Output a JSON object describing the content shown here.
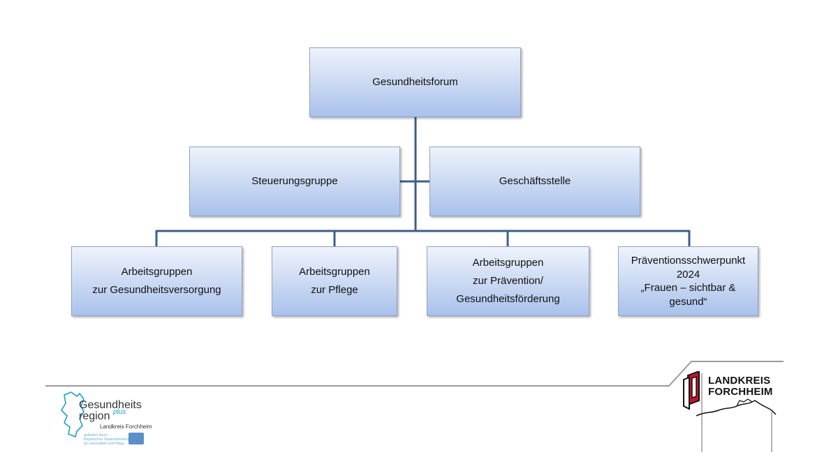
{
  "org_chart": {
    "root": {
      "label": "Gesundheitsforum"
    },
    "middle": [
      {
        "label": "Steuerungsgruppe"
      },
      {
        "label": "Geschäftsstelle"
      }
    ],
    "bottom": [
      {
        "line1": "Arbeitsgruppen",
        "line2": "zur Gesundheitsversorgung"
      },
      {
        "line1": "Arbeitsgruppen",
        "line2": "zur Pflege"
      },
      {
        "line1": "Arbeitsgruppen",
        "line2": "zur Prävention/",
        "line3": "Gesundheitsförderung"
      },
      {
        "line1": "Präventionsschwerpunkt",
        "line2": "2024",
        "line3": "„Frauen – sichtbar &",
        "line4": "gesund“"
      }
    ],
    "colors": {
      "connector": "#3d5f8a",
      "box_top": "#eef3fc",
      "box_bottom": "#a9c1ec",
      "box_border": "#8ea3c2"
    }
  },
  "footer": {
    "left_logo": {
      "title_line1": "Gesundheits",
      "title_line2": "region",
      "title_sup": "plus",
      "subtitle": "Landkreis Forchheim",
      "small1": "gefördert durch",
      "small2": "Bayerisches Staatsministerium",
      "small3": "für Gesundheit und Pflege",
      "accent": "#1aa0c8"
    },
    "right_logo": {
      "line1": "LANDKREIS",
      "line2": "FORCHHEIM",
      "accent": "#c8102e"
    }
  }
}
